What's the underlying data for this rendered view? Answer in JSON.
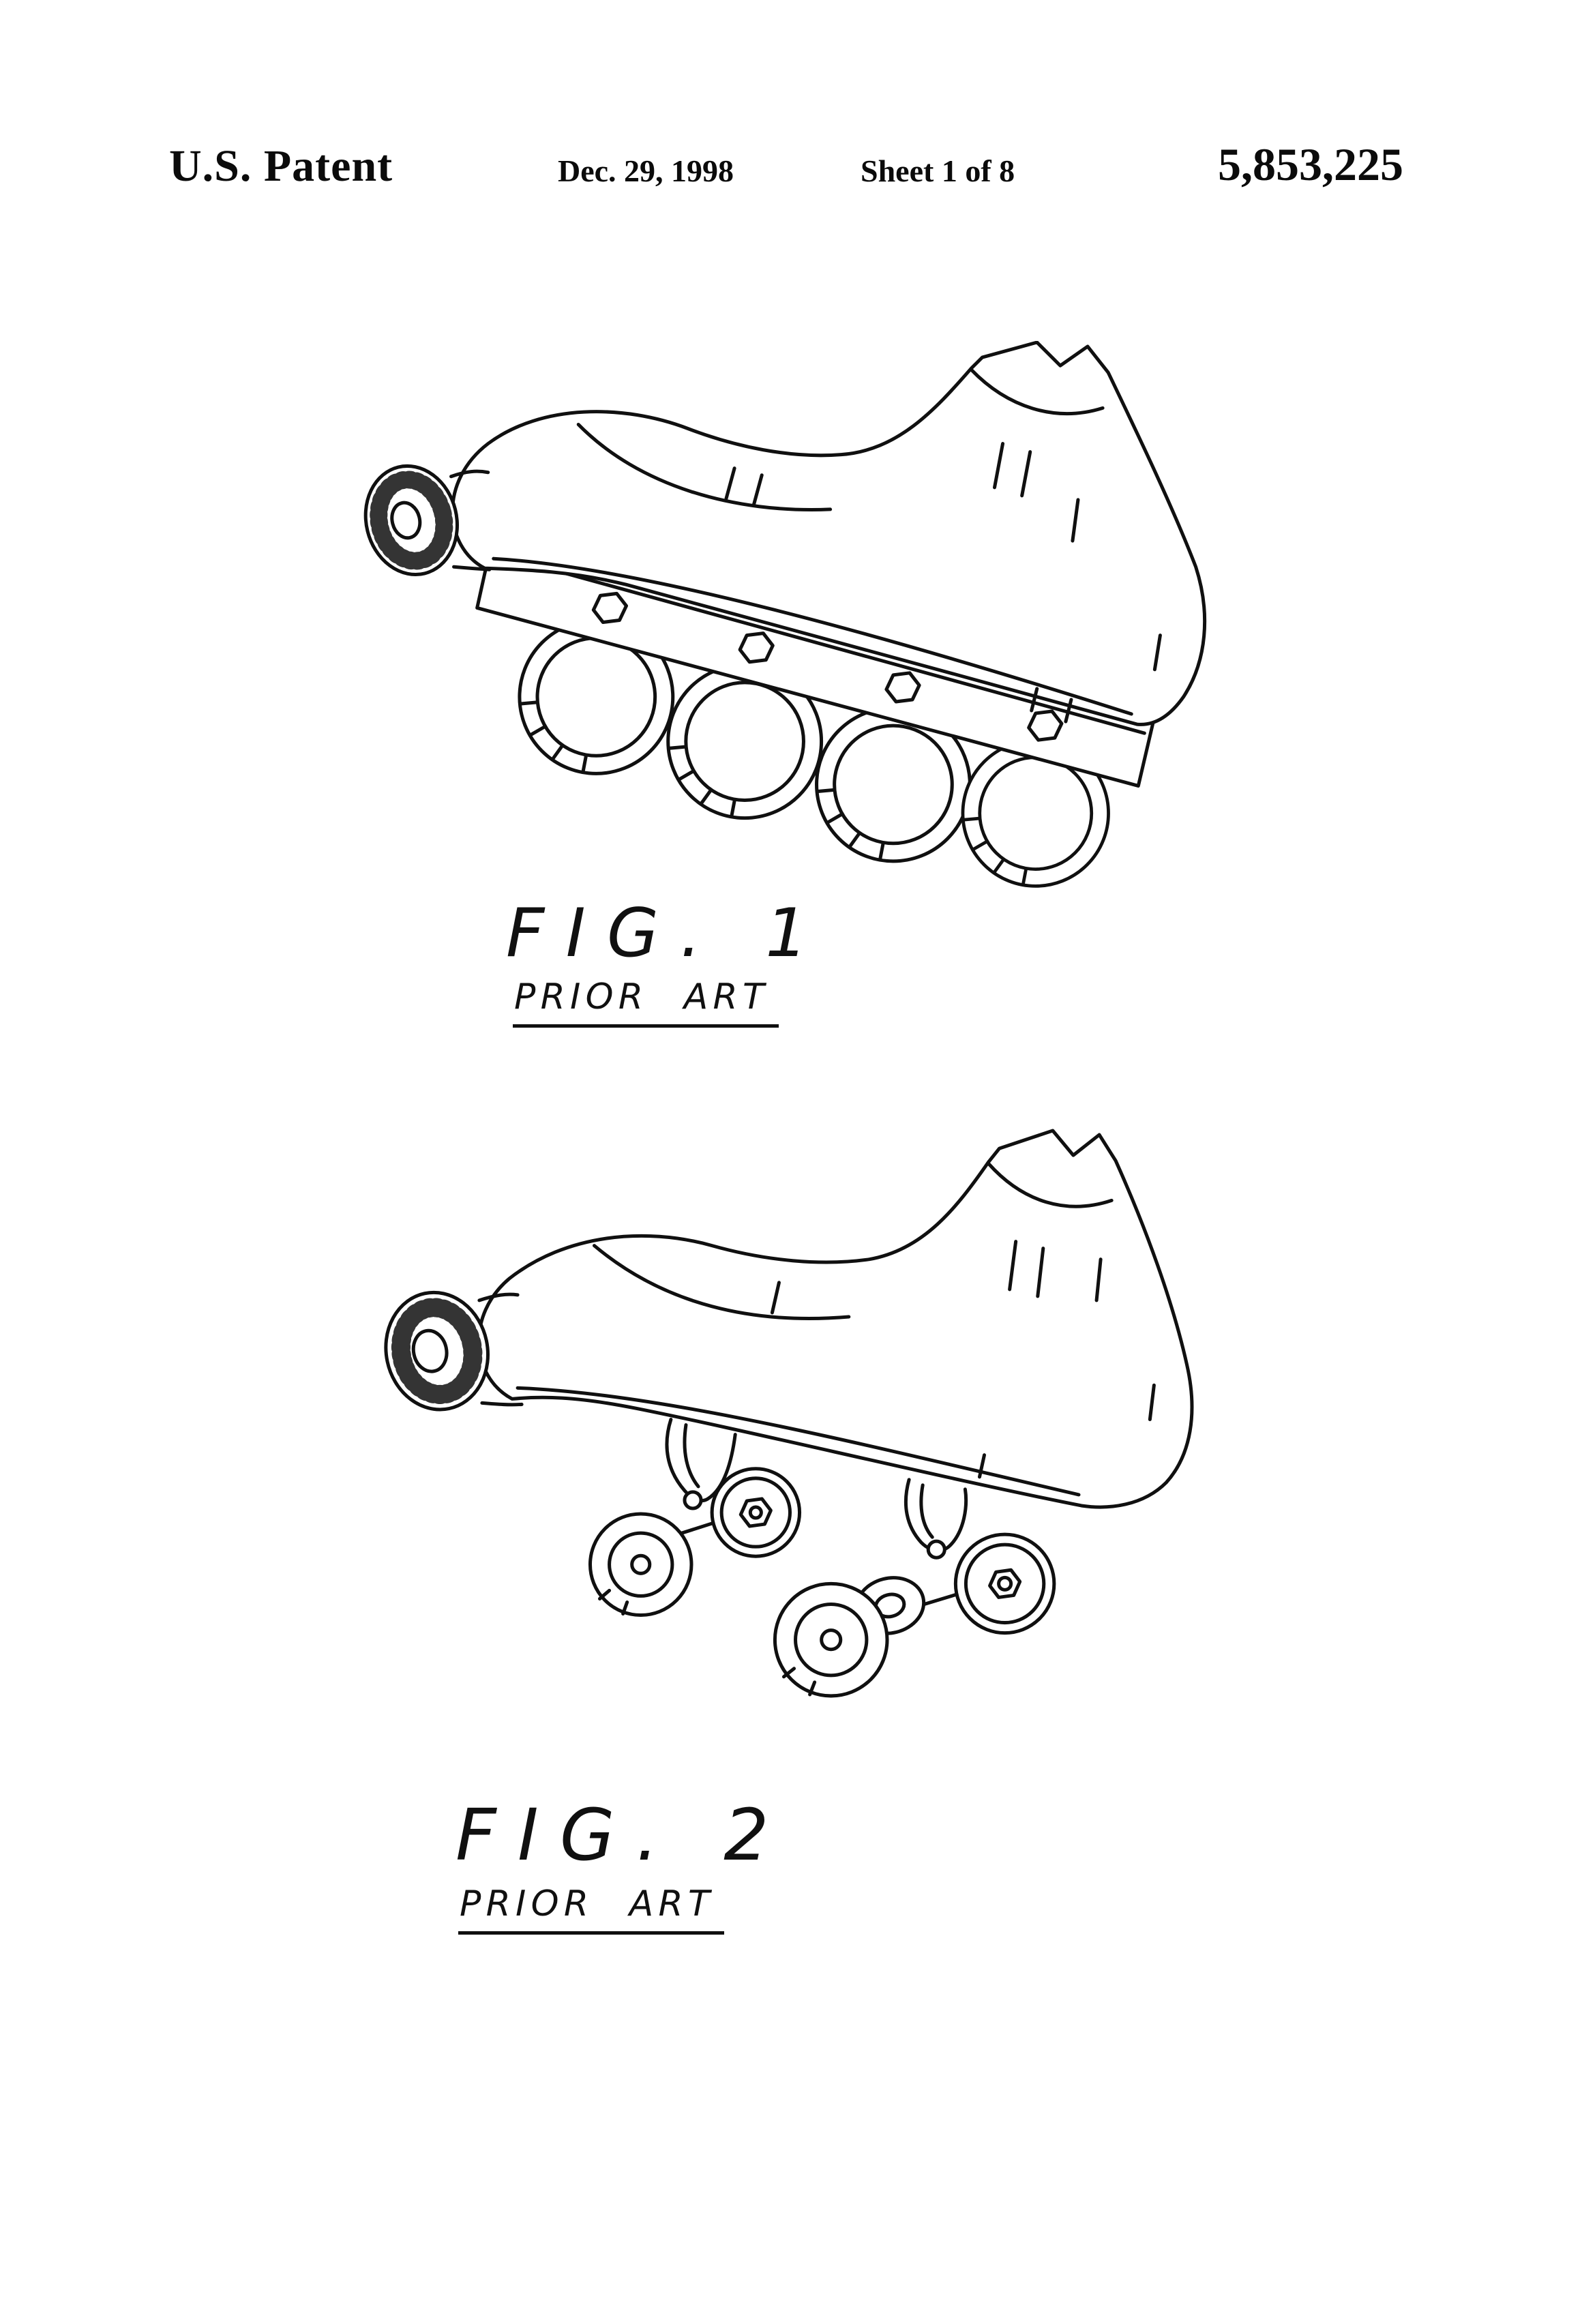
{
  "header": {
    "title": "U.S. Patent",
    "date": "Dec. 29, 1998",
    "sheet": "Sheet 1 of 8",
    "patent_number": "5,853,225"
  },
  "figures": [
    {
      "label": "FIG. 1",
      "caption": "PRIOR ART"
    },
    {
      "label": "FIG. 2",
      "caption": "PRIOR ART"
    }
  ]
}
